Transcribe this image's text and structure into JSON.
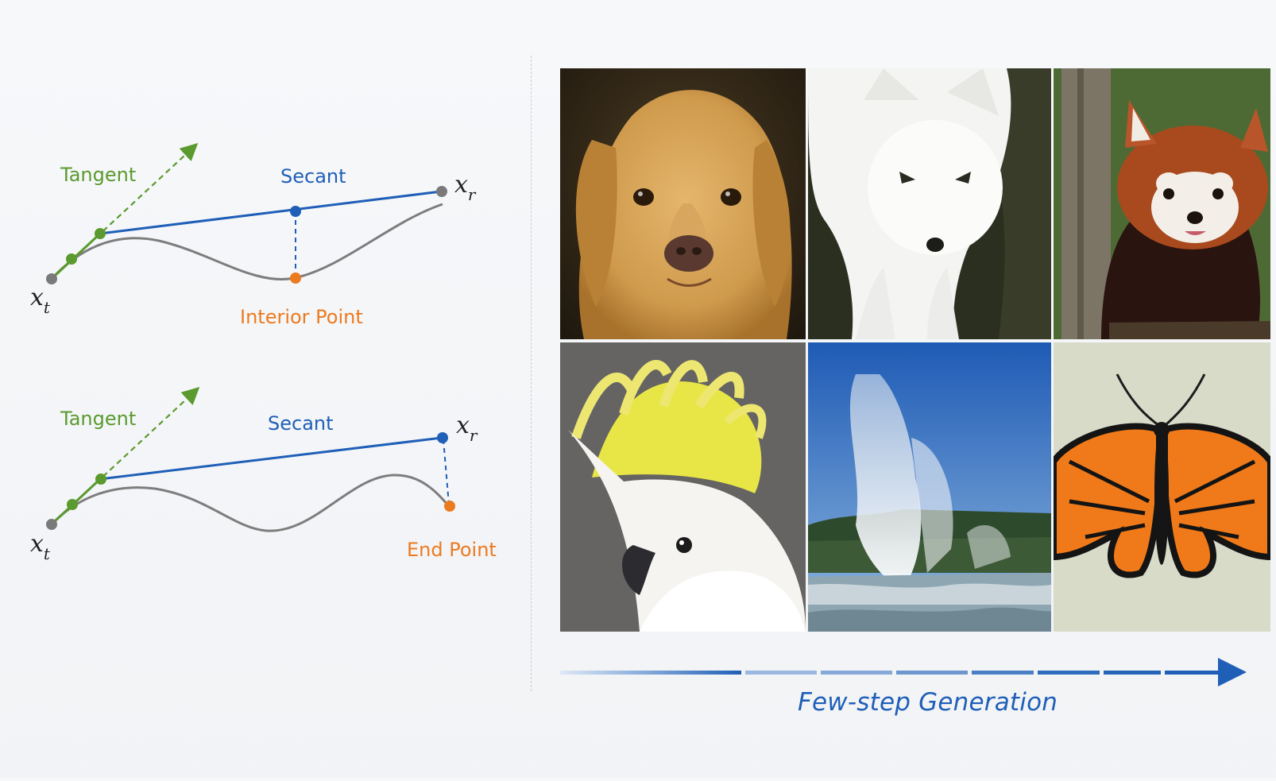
{
  "diagram_top": {
    "tangent_label": "Tangent",
    "secant_label": "Secant",
    "point_label": "Interior Point",
    "start_var": "x",
    "start_sub": "t",
    "end_var": "x",
    "end_sub": "r"
  },
  "diagram_bottom": {
    "tangent_label": "Tangent",
    "secant_label": "Secant",
    "point_label": "End Point",
    "start_var": "x",
    "start_sub": "t",
    "end_var": "x",
    "end_sub": "r"
  },
  "colors": {
    "tangent": "#5a9a2e",
    "secant": "#1f5fb8",
    "point": "#ec7a1f",
    "curve": "#7d7d7d",
    "endpoint": "#7a7a7a"
  },
  "gallery": {
    "images": [
      {
        "subject": "golden-retriever"
      },
      {
        "subject": "arctic-fox"
      },
      {
        "subject": "red-panda"
      },
      {
        "subject": "cockatoo"
      },
      {
        "subject": "geyser"
      },
      {
        "subject": "monarch-butterfly"
      }
    ]
  },
  "caption": "Few-step Generation"
}
